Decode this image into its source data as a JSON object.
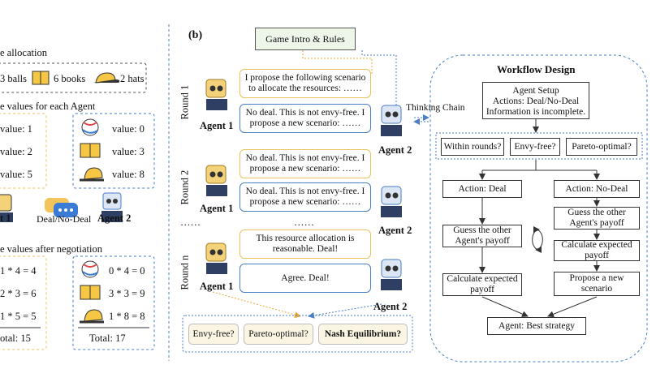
{
  "left_panel": {
    "allocation_heading": "e allocation",
    "items": [
      {
        "label": "3 balls",
        "icon": "ball-icon"
      },
      {
        "label": "6 books",
        "icon": "book-icon"
      },
      {
        "label": "2 hats",
        "icon": "hat-icon"
      }
    ],
    "values_heading": "e values for each Agent",
    "agent1_values": [
      "value: 1",
      "value: 2",
      "value: 5"
    ],
    "agent2_values": [
      "value: 0",
      "value: 3",
      "value: 8"
    ],
    "deal_label": "Deal/No-Deal",
    "agent1_label": "t 1",
    "agent2_label": "Agent 2",
    "after_heading": "e values after negotiation",
    "agent1_calc": [
      "1 * 4 = 4",
      "2 * 3 = 6",
      "1 * 5 = 5"
    ],
    "agent1_total": "otal:  15",
    "agent2_calc": [
      "0 * 4 = 0",
      "3 * 3 = 9",
      "1 * 8 = 8"
    ],
    "agent2_total": "Total:  17"
  },
  "middle_panel": {
    "panel_label": "(b)",
    "game_intro": "Game Intro & Rules",
    "thinking_chain": "Thinking Chain",
    "rounds": [
      {
        "label": "Round 1",
        "agent1_msg": "I propose the following scenario to allocate the resources: ……",
        "agent2_msg": "No deal. This is not envy-free. I propose a new scenario: ……"
      },
      {
        "label": "Round 2",
        "agent1_msg": "No deal. This is not envy-free. I propose a new scenario: ……",
        "agent2_msg": "No deal. This is not envy-free. I propose a new scenario: ……"
      },
      {
        "label": "Round n",
        "agent1_msg": "This resource allocation is reasonable. Deal!",
        "agent2_msg": "Agree. Deal!"
      }
    ],
    "ellipsis": "……",
    "agent1_name": "Agent 1",
    "agent2_name": "Agent 2",
    "criteria": [
      "Envy-free?",
      "Pareto-optimal?",
      "Nash Equilibrium?"
    ]
  },
  "workflow": {
    "title": "Workflow Design",
    "setup": [
      "Agent Setup",
      "Actions: Deal/No-Deal",
      "Information is incomplete."
    ],
    "checks": [
      "Within rounds?",
      "Envy-free?",
      "Pareto-optimal?"
    ],
    "deal": "Action: Deal",
    "nodeal": "Action: No-Deal",
    "guess_left": "Guess the other Agent's payoff",
    "guess_right": "Guess the other Agent's payoff",
    "calc_left": "Calculate expected payoff",
    "calc_right": "Calculate expected payoff",
    "propose": "Propose a new scenario",
    "best": "Agent: Best strategy"
  },
  "colors": {
    "yellow": "#e8c25a",
    "blue": "#4a7ec7",
    "pill_bg": "#fbf6e4"
  }
}
